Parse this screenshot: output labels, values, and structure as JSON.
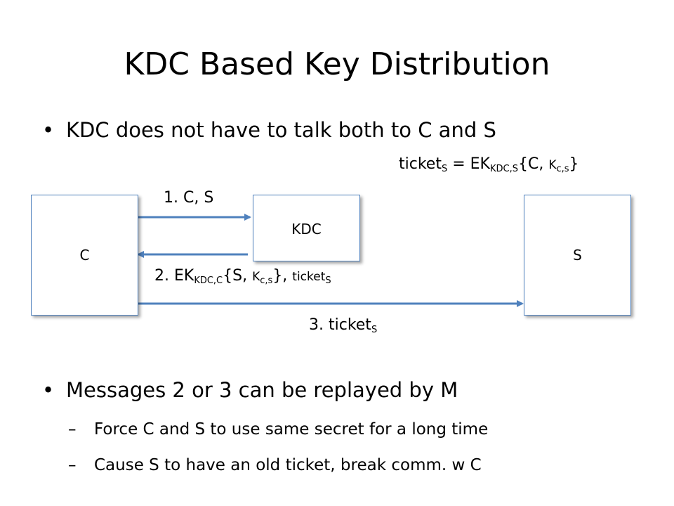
{
  "slide": {
    "title": "KDC Based Key Distribution",
    "bullet1": "KDC does not have to talk both to C and S",
    "bullet2": "Messages 2 or 3 can be replayed by M",
    "sub1": "Force C and S to use same secret for a long time",
    "sub2": "Cause S to have an old ticket, break comm. w C",
    "bullet_glyph": "•",
    "dash_glyph": "–"
  },
  "diagram": {
    "nodes": {
      "c": "C",
      "kdc": "KDC",
      "s": "S"
    },
    "ticket_def": {
      "word": "ticket",
      "sub_s": "S",
      "equals": " = EK",
      "sub_key": "KDC,S",
      "open": "{C, ",
      "k": "K",
      "sub_k": "c,s",
      "close": "}"
    },
    "msg1": "1. C, S",
    "msg2": {
      "prefix": "2. EK",
      "sub_key": "KDC,C",
      "open": "{S, ",
      "k": "K",
      "sub_k": "c,s",
      "close": "}, ",
      "ticket": "ticket",
      "sub_s": "S"
    },
    "msg3": {
      "prefix": "3. ticket",
      "sub_s": "S"
    },
    "colors": {
      "arrow": "#4f81bd",
      "box_border": "#4f81bd"
    }
  }
}
